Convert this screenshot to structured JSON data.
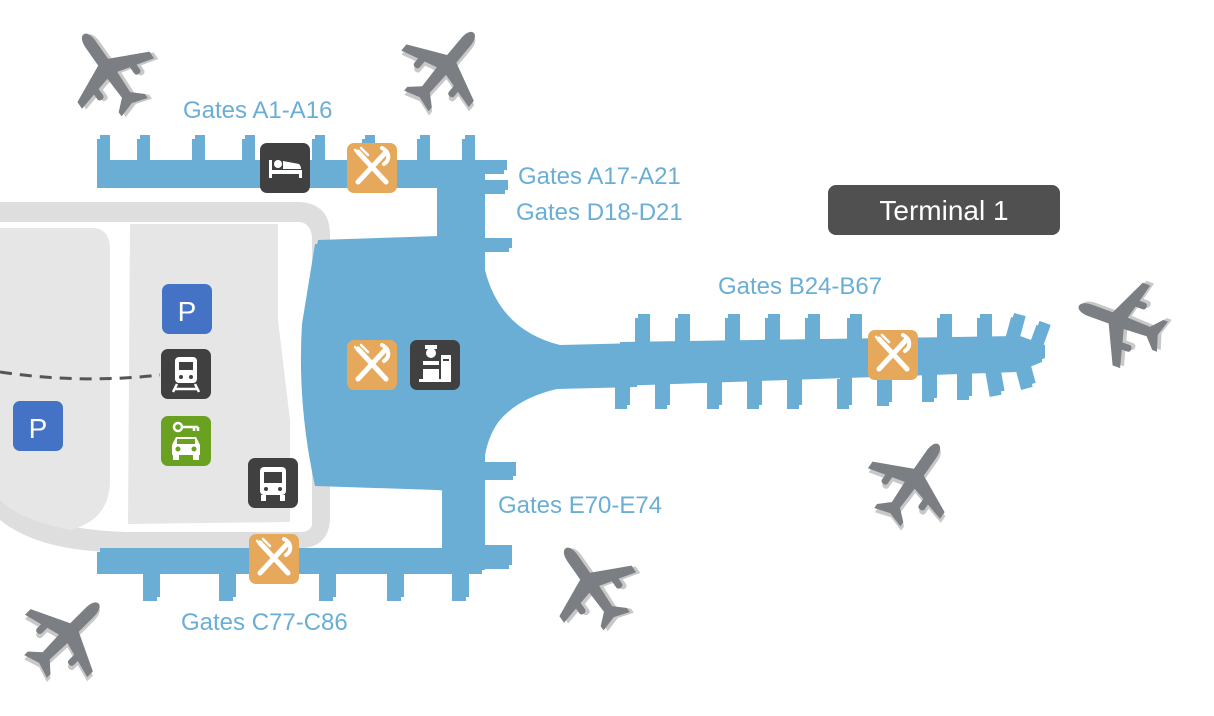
{
  "terminal": {
    "title": "Terminal 1"
  },
  "gates": {
    "a1_a16": "Gates A1-A16",
    "a17_a21": "Gates A17-A21",
    "d18_d21": "Gates D18-D21",
    "b24_b67": "Gates B24-B67",
    "e70_e74": "Gates E70-E74",
    "c77_c86": "Gates C77-C86"
  },
  "icons": {
    "parking_left": "P",
    "parking_center": "P",
    "hotel": "hotel-bed-icon",
    "dining": "fork-knife-icon",
    "train": "train-icon",
    "car_rental": "car-rental-icon",
    "bus": "bus-icon",
    "passport_control": "passport-control-icon",
    "airplane": "airplane-icon"
  },
  "colors": {
    "terminal": "#6aaed6",
    "terminal_shadow": "#2f4f67",
    "land": "#dedede",
    "dining": "#e6a95c",
    "parking": "#4472c4",
    "car_rental": "#6aa121",
    "dark_icon": "#404040",
    "plane": "#7b7f83",
    "gate_text": "#6aaed6"
  }
}
